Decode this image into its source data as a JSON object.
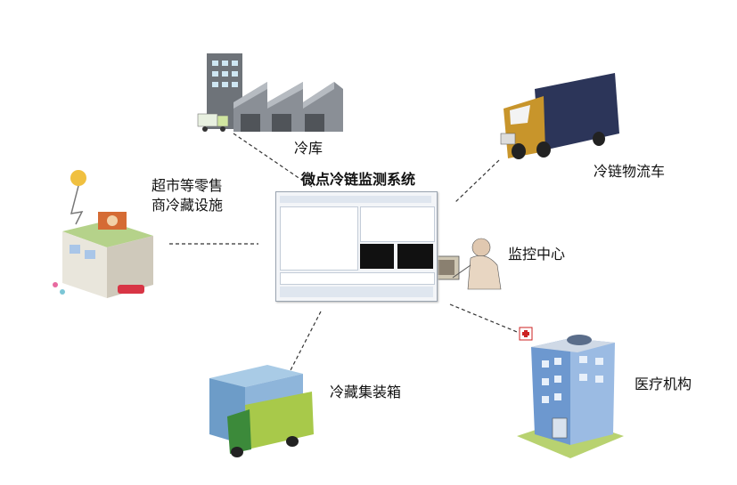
{
  "title": "微点冷链监测系统",
  "nodes": {
    "cold_storage": "冷库",
    "logistics_truck": "冷链物流车",
    "supermarket": "超市等零售\n商冷藏设施",
    "monitoring_center": "监控中心",
    "container": "冷藏集装箱",
    "medical": "医疗机构"
  },
  "colors": {
    "connector": "#333333",
    "building_gray": "#8a8f96",
    "truck_navy": "#2c3559",
    "truck_gold": "#c8952b",
    "container_green": "#a8c94a",
    "hospital_blue": "#6d98cf"
  }
}
